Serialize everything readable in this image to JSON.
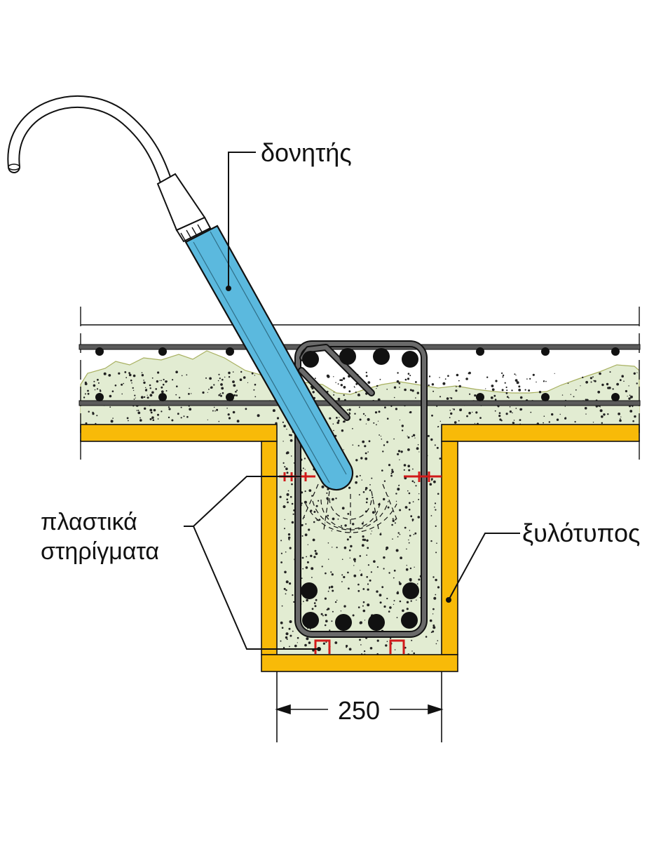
{
  "labels": {
    "vibrator": "δονητής",
    "plastic_supports_line1": "πλαστικά",
    "plastic_supports_line2": "στηρίγματα",
    "formwork": "ξυλότυπος"
  },
  "dimension": {
    "width_value": "250"
  },
  "colors": {
    "concrete": "#e2ecd2",
    "formwork": "#f8ba08",
    "vibrator": "#5bb9de",
    "rebar": "#555555",
    "spacer": "#d11a1a"
  }
}
